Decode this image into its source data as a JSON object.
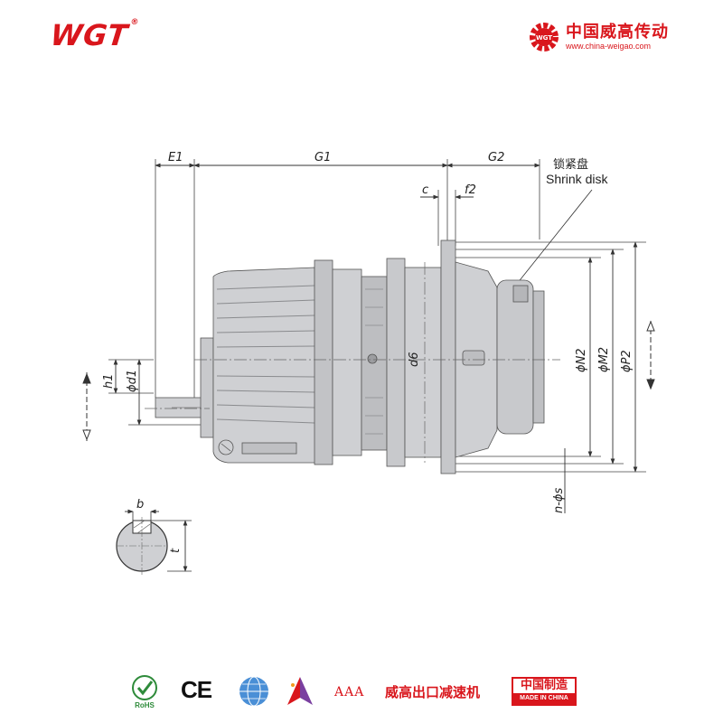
{
  "header": {
    "logo": "WGT",
    "logo_mark": "®",
    "brand_cn": "中国威高传动",
    "brand_url": "www.china-weigao.com"
  },
  "drawing": {
    "dims": {
      "E1": "E1",
      "G1": "G1",
      "G2": "G2",
      "c": "c",
      "f2": "f2",
      "h1": "h1",
      "d1": "ϕd1",
      "d6": "d6",
      "N2": "ϕN2",
      "M2": "ϕM2",
      "P2": "ϕP2",
      "ns": "n-ϕs",
      "b": "b",
      "t": "t"
    },
    "callout_cn": "锁紧盘",
    "callout_en": "Shrink disk"
  },
  "footer": {
    "rohs": "RoHS",
    "ce": "CE",
    "aaa": "AAA",
    "factory": "威高出口减速机",
    "mic_cn": "中国制造",
    "mic_en": "MADE IN CHINA"
  },
  "colors": {
    "brand_red": "#d9161c",
    "body_gray": "#cfd0d3",
    "line_dark": "#333333"
  }
}
